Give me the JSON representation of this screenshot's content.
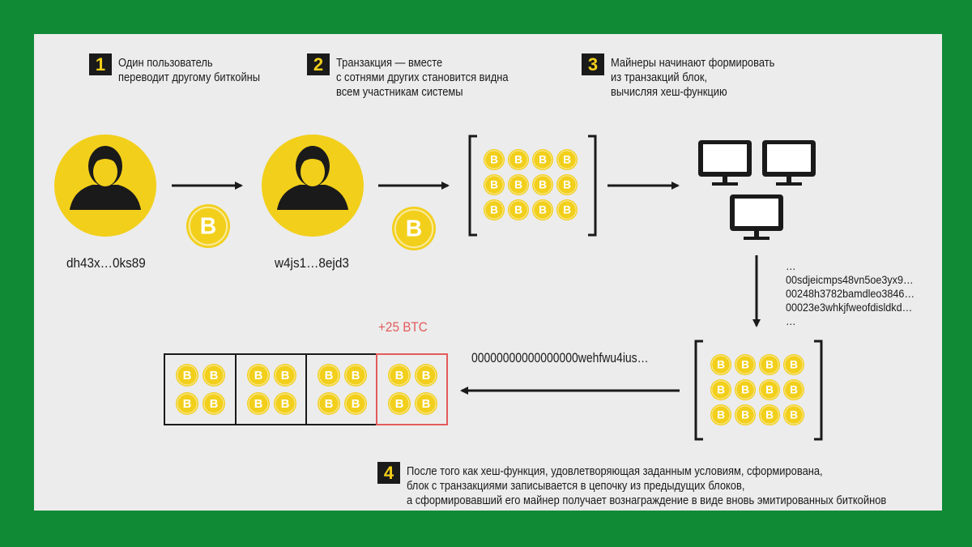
{
  "steps": [
    {
      "number": "1",
      "text": "Один пользователь\nпереводит другому биткойны"
    },
    {
      "number": "2",
      "text": "Транзакция — вместе\nс сотнями других становится видна\nвсем участникам системы"
    },
    {
      "number": "3",
      "text": "Майнеры начинают формировать\nиз транзакций блок,\nвычисляя хеш-функцию"
    },
    {
      "number": "4",
      "text": "После того как хеш-функция, удовлетворяющая заданным условиям, сформирована,\nблок с транзакциями записывается в цепочку из предыдущих блоков,\nа сформировавший его майнер получает вознаграждение в виде вновь эмитированных биткойнов"
    }
  ],
  "users": {
    "sender_address": "dh43x…0ks89",
    "receiver_address": "w4js1…8ejd3"
  },
  "hash_attempts": "…\n00sdjeicmps48vn5oe3yx9…\n00248h3782bamdleo3846…\n00023e3whkjfweofdisldkd…\n…",
  "winning_hash": "00000000000000000wehfwu4ius…",
  "reward_label": "+25 BTC",
  "colors": {
    "coin": "#f2cf1b",
    "dark": "#1a1a1a",
    "reward": "#e35b5b",
    "frame": "#118a36",
    "panel": "#ececec"
  }
}
